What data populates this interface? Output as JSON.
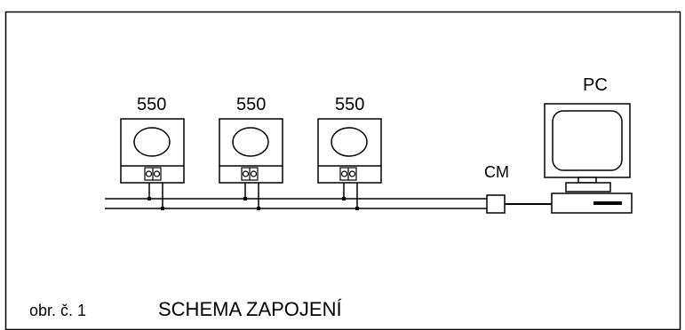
{
  "devices": [
    {
      "label": "550"
    },
    {
      "label": "550"
    },
    {
      "label": "550"
    }
  ],
  "converter": {
    "label": "CM"
  },
  "computer": {
    "label": "PC"
  },
  "caption": {
    "number": "obr. č. 1",
    "title": "SCHEMA ZAPOJENÍ"
  }
}
